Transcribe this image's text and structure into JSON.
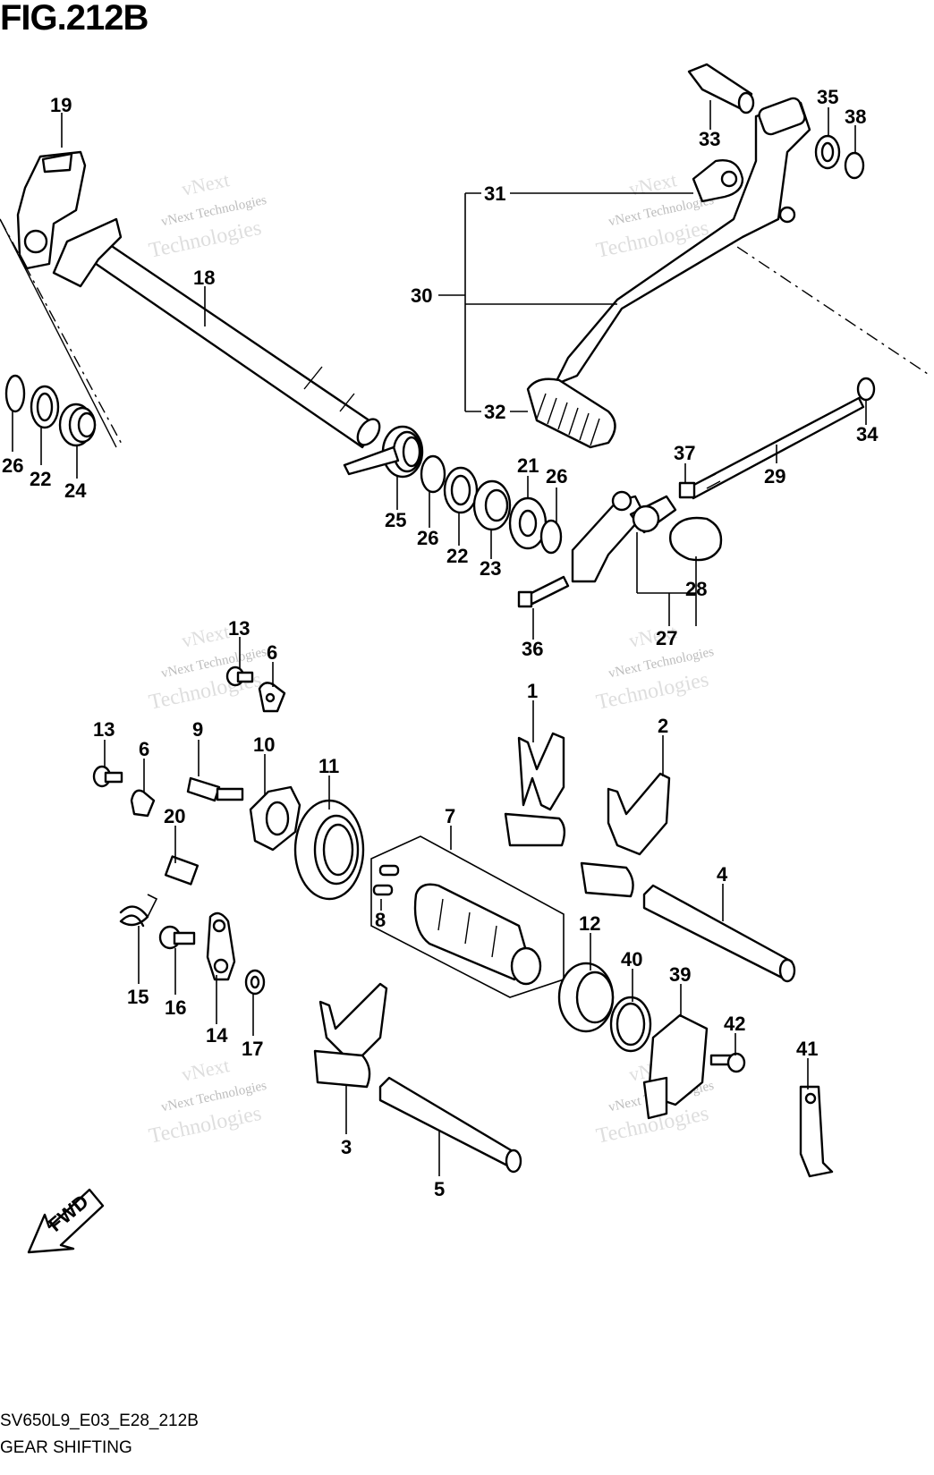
{
  "header": {
    "title": "FIG.212B"
  },
  "footer": {
    "code": "SV650L9_E03_E28_212B",
    "name": "GEAR SHIFTING"
  },
  "watermark": {
    "line1": "vNext Technologies",
    "line2": "vNext",
    "line3": "Technologies"
  },
  "fwd_label": "FWD",
  "callouts": {
    "p1": "1",
    "p2": "2",
    "p3": "3",
    "p4": "4",
    "p5": "5",
    "p6a": "6",
    "p6b": "6",
    "p7": "7",
    "p8": "8",
    "p9": "9",
    "p10": "10",
    "p11": "11",
    "p12": "12",
    "p13a": "13",
    "p13b": "13",
    "p14": "14",
    "p15": "15",
    "p16": "16",
    "p17": "17",
    "p18": "18",
    "p19": "19",
    "p20": "20",
    "p21": "21",
    "p22a": "22",
    "p22b": "22",
    "p23": "23",
    "p24": "24",
    "p25": "25",
    "p26a": "26",
    "p26b": "26",
    "p26c": "26",
    "p27": "27",
    "p28": "28",
    "p29": "29",
    "p30": "30",
    "p31": "31",
    "p32": "32",
    "p33": "33",
    "p34": "34",
    "p35": "35",
    "p36": "36",
    "p37": "37",
    "p38": "38",
    "p39": "39",
    "p40": "40",
    "p41": "41",
    "p42": "42"
  }
}
